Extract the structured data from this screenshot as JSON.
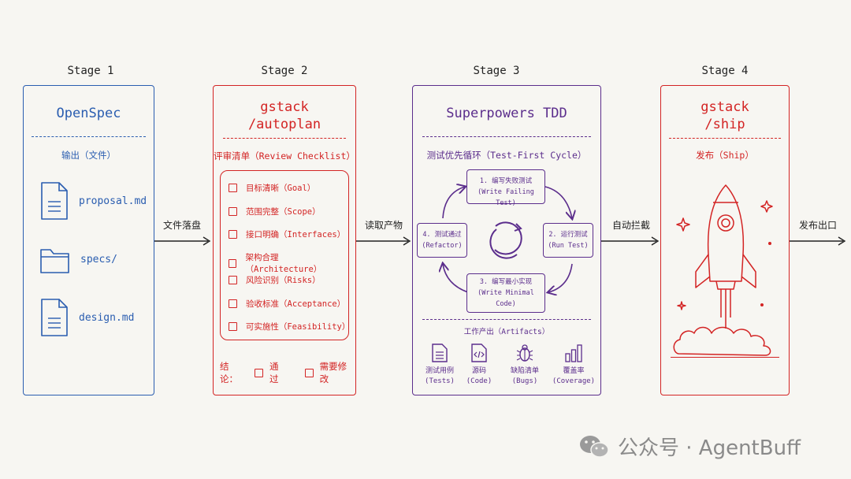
{
  "stages": {
    "s1": {
      "label": "Stage 1",
      "title": "OpenSpec",
      "subtitle": "输出（文件）",
      "files": [
        "proposal.md",
        "specs/",
        "design.md"
      ]
    },
    "s2": {
      "label": "Stage 2",
      "title_line1": "gstack",
      "title_line2": "/autoplan",
      "subtitle": "评审清单（Review Checklist）",
      "checklist": [
        "目标清晰（Goal）",
        "范围完整（Scope）",
        "接口明确（Interfaces）",
        "架构合理（Architecture）",
        "风险识别（Risks）",
        "验收标准（Acceptance）",
        "可实施性（Feasibility）"
      ],
      "conclusion_label": "结论：",
      "option_pass": "通过",
      "option_revise": "需要修改"
    },
    "s3": {
      "label": "Stage 3",
      "title": "Superpowers TDD",
      "subtitle": "测试优先循环（Test-First Cycle）",
      "nodes": {
        "n1": {
          "line1": "1. 编写失败测试",
          "line2": "(Write Failing Test)"
        },
        "n2": {
          "line1": "2. 运行测试",
          "line2": "(Run Test)"
        },
        "n3": {
          "line1": "3. 编写最小实现",
          "line2": "(Write Minimal",
          "line3": "Code)"
        },
        "n4": {
          "line1": "4. 测试通过",
          "line2": "(Refactor)"
        }
      },
      "artifacts_title": "工作产出（Artifacts）",
      "artifacts": [
        {
          "icon": "document-icon",
          "line1": "测试用例",
          "line2": "(Tests)"
        },
        {
          "icon": "code-file-icon",
          "line1": "源码",
          "line2": "(Code)"
        },
        {
          "icon": "bug-icon",
          "line1": "缺陷清单",
          "line2": "(Bugs)"
        },
        {
          "icon": "bar-chart-icon",
          "line1": "覆盖率",
          "line2": "(Coverage)"
        }
      ]
    },
    "s4": {
      "label": "Stage 4",
      "title_line1": "gstack",
      "title_line2": "/ship",
      "subtitle": "发布（Ship）"
    }
  },
  "arrows": {
    "a1": "文件落盘",
    "a2": "读取产物",
    "a3": "自动拦截",
    "a4": "发布出口"
  },
  "watermark": {
    "text": "公众号 · AgentBuff"
  },
  "colors": {
    "blue": "#2a5db0",
    "red": "#d32424",
    "purple": "#5b2d8c"
  }
}
